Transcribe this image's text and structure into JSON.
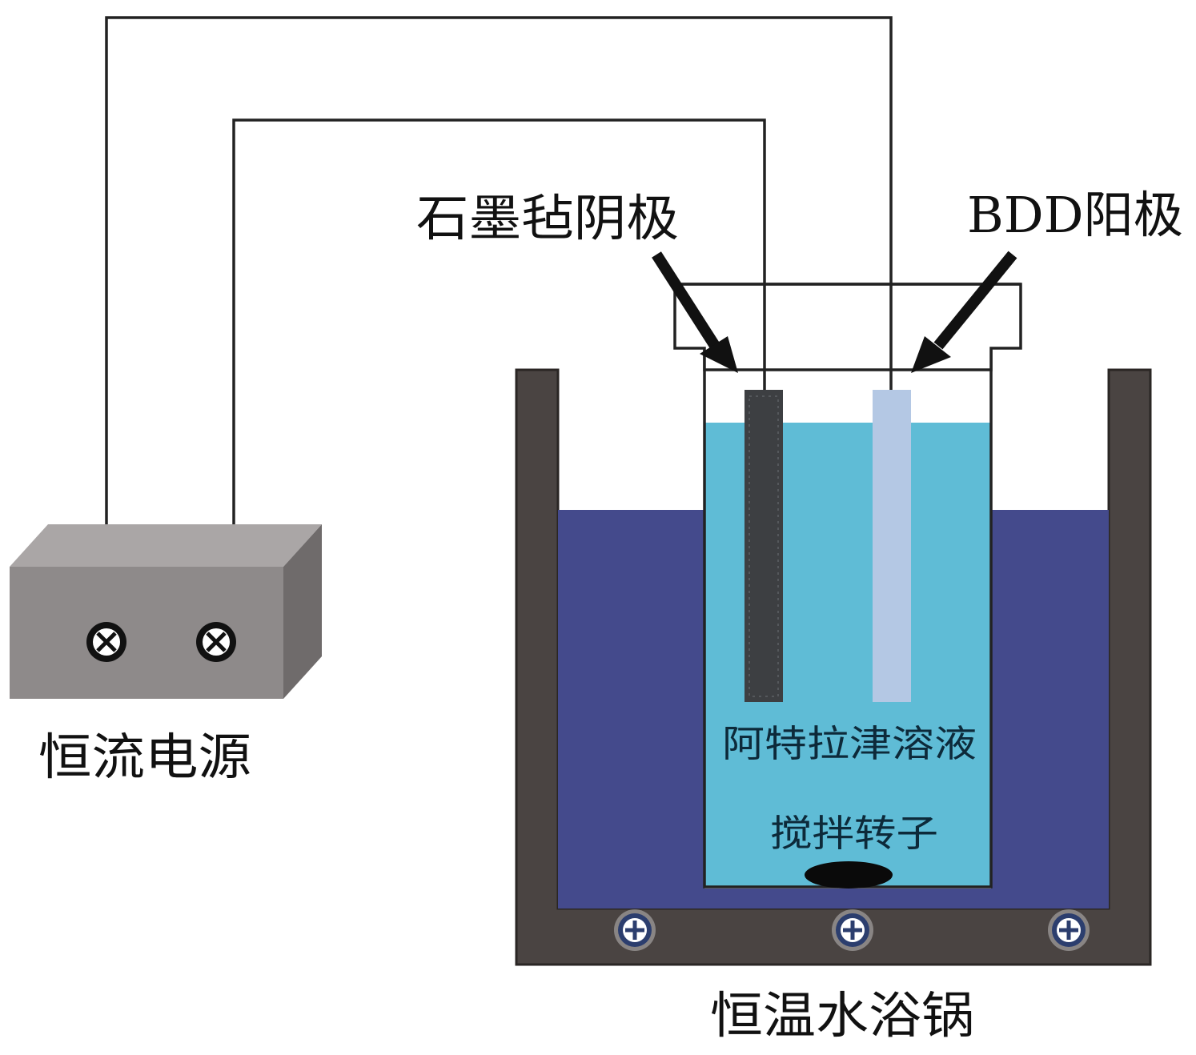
{
  "labels": {
    "power_supply": "恒流电源",
    "cathode": "石墨毡阴极",
    "anode": "BDD阳极",
    "solution": "阿特拉津溶液",
    "stir_bar": "搅拌转子",
    "water_bath": "恒温水浴锅"
  },
  "colors": {
    "wire": "#222222",
    "power_box_front": "#8e8a8a",
    "power_box_top": "#aaa6a6",
    "power_box_side": "#6f6b6b",
    "bath_frame": "#4a4442",
    "bath_water": "#444a8c",
    "solution": "#5fbcd6",
    "cathode": "#3d3f42",
    "anode": "#b4c8e4",
    "stir_bar": "#0a0a0a",
    "knob": "#ffffff",
    "arrow": "#111111"
  },
  "icons": {
    "power_terminal": "circle-x-icon",
    "bath_foot": "circle-cross-icon"
  }
}
